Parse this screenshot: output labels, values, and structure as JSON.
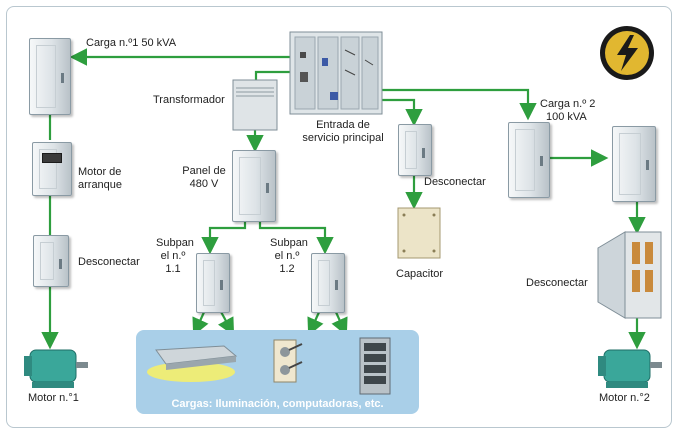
{
  "labels": {
    "carga1": "Carga n.º1 50 kVA",
    "transformador": "Transformador",
    "entrada_line1": "Entrada de",
    "entrada_line2": "servicio principal",
    "carga2_line1": "Carga n.º 2",
    "carga2_line2": "100 kVA",
    "motor_arranque_line1": "Motor de",
    "motor_arranque_line2": "arranque",
    "desconectar_left": "Desconectar",
    "panel_line1": "Panel de",
    "panel_line2": "480 V",
    "desconectar_mid": "Desconectar",
    "subpan1_line1": "Subpan",
    "subpan1_line2": "el n.º",
    "subpan1_line3": "1.1",
    "subpan2_line1": "Subpan",
    "subpan2_line2": "el n.º",
    "subpan2_line3": "1.2",
    "capacitor": "Capacitor",
    "desconectar_right": "Desconectar",
    "motor1": "Motor n.°1",
    "motor2": "Motor n.°2",
    "cargas": "Cargas: Iluminación, computadoras, etc."
  },
  "colors": {
    "wire": "#2e9e3e",
    "cargas_bg": "#a9cfe8",
    "logo_yellow": "#e1b730",
    "motor": "#3aa79a"
  }
}
